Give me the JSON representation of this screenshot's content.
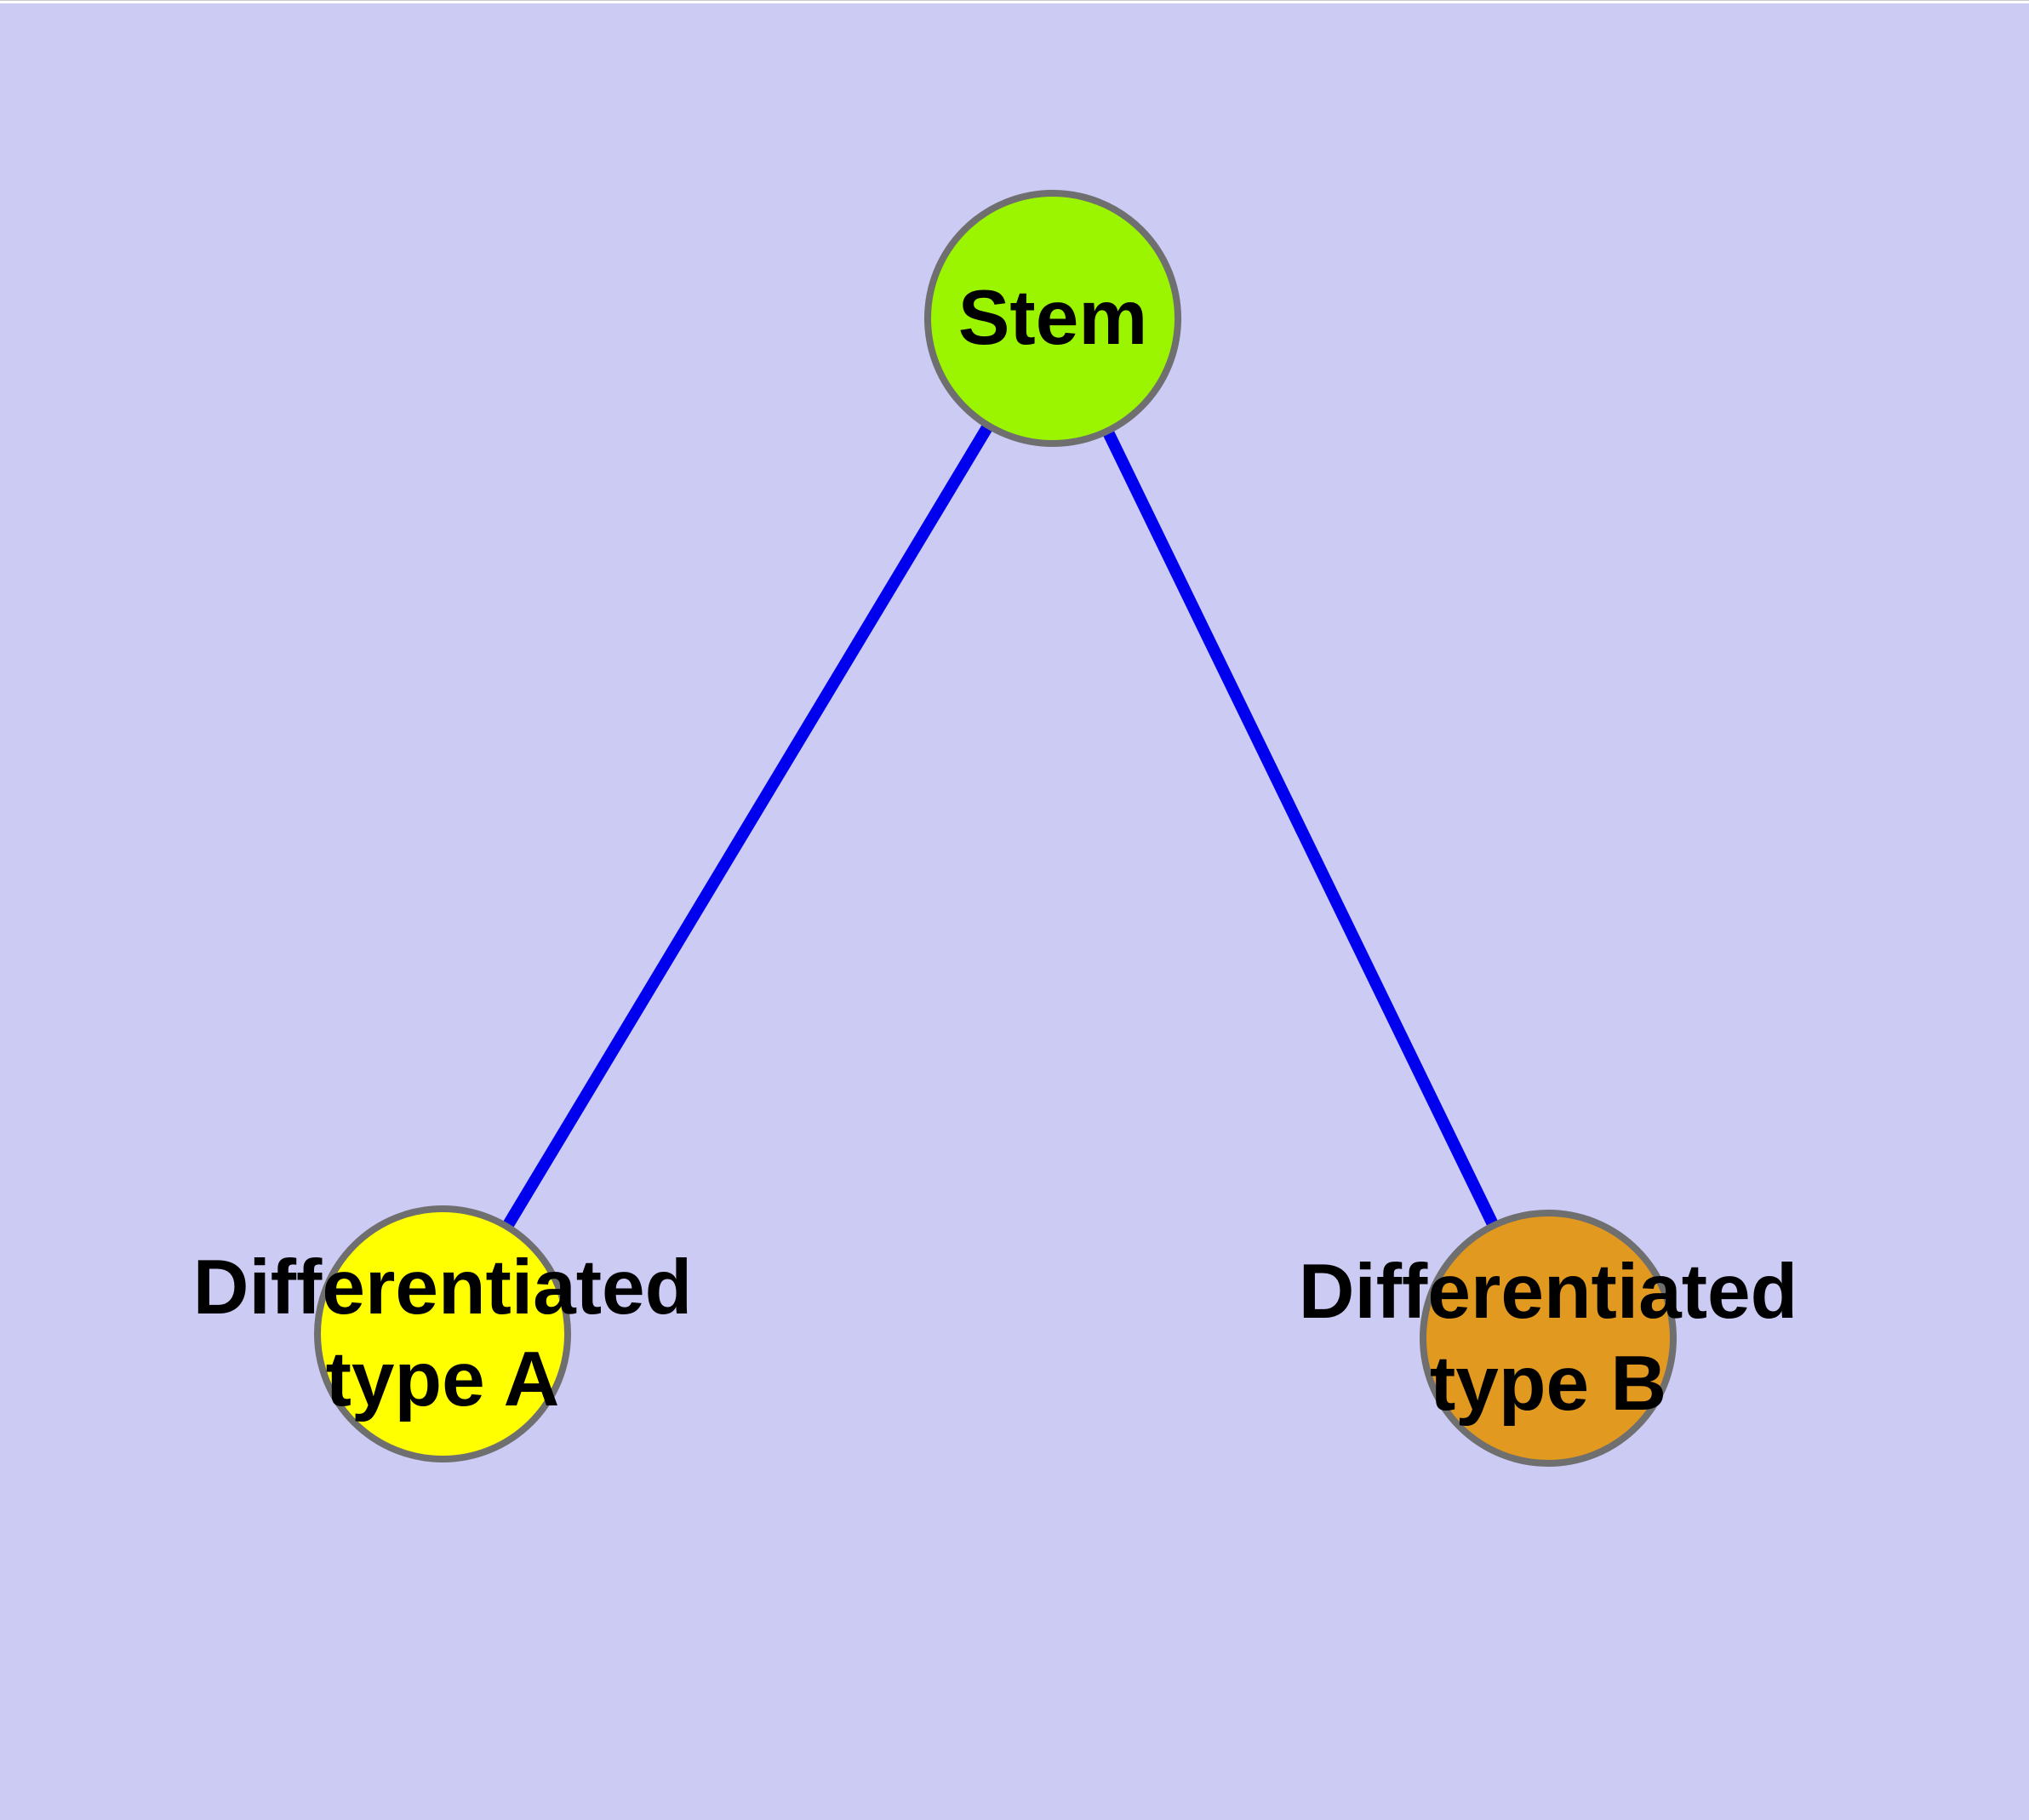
{
  "canvas": {
    "background_color": "#CBCBF4",
    "top_strip_color": "#FFFFFF"
  },
  "diagram": {
    "type": "node-link-graph",
    "edge_color": "#0000EE",
    "node_border_color": "#6F6F6F",
    "label_color": "#000000",
    "nodes": [
      {
        "id": "stem",
        "label": "Stem",
        "fill": "#9BF500"
      },
      {
        "id": "diff-a",
        "label": "Differentiated\ntype A",
        "fill": "#FFFF00"
      },
      {
        "id": "diff-b",
        "label": "Differentiated\ntype B",
        "fill": "#E2991F"
      }
    ],
    "edges": [
      {
        "from": "Stem",
        "to": "Differentiated type A"
      },
      {
        "from": "Stem",
        "to": "Differentiated type B"
      }
    ]
  }
}
